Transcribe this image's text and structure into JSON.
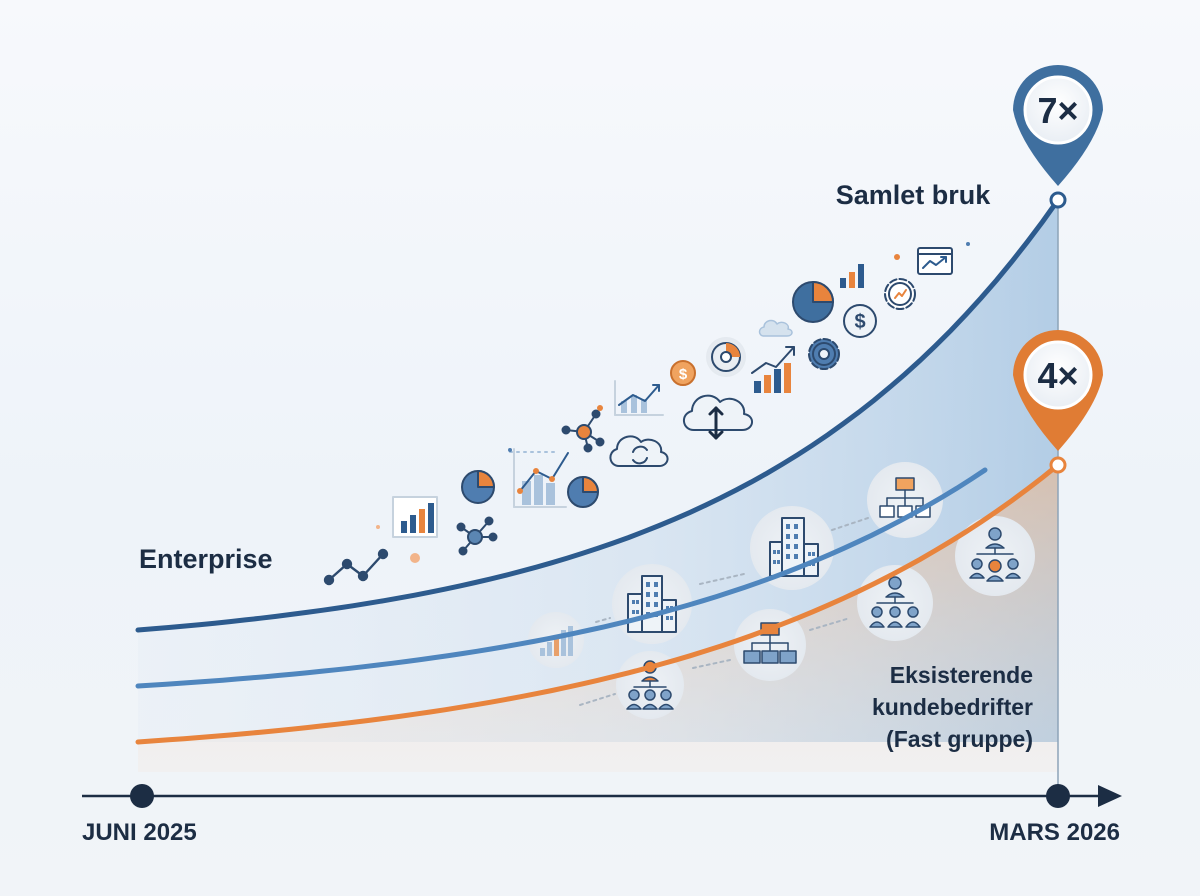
{
  "chart_data": {
    "type": "line",
    "x": [
      "JUNI 2025",
      "MARS 2026"
    ],
    "series": [
      {
        "name": "Samlet bruk",
        "multiplier": 7,
        "badge": "7×",
        "color": "#2d5b8e"
      },
      {
        "name": "Enterprise",
        "multiplier": 4,
        "color": "#4f86be"
      },
      {
        "name": "Eksisterende kundebedrifter (Fast gruppe)",
        "multiplier": 4,
        "badge": "4×",
        "color": "#e8843d"
      }
    ],
    "ylim": [
      1,
      7.4
    ],
    "grid": false,
    "legend": "inline",
    "labels": {
      "total": "Samlet bruk",
      "enterprise": "Enterprise",
      "existing_lines": [
        "Eksisterende",
        "kundebedrifter",
        "(Fast gruppe)"
      ]
    },
    "badges": {
      "total": "7×",
      "existing": "4×"
    }
  },
  "colors": {
    "navy": "#1c2d44",
    "blue_dark": "#2d5b8e",
    "blue_light": "#4f86be",
    "orange": "#e8843d",
    "badge_blue": "#3f6f9f",
    "badge_orange": "#e07c34"
  },
  "icons": [
    "network-icon",
    "bar-chart-icon",
    "pie-chart-icon",
    "hub-icon",
    "line-chart-icon",
    "cloud-sync-icon",
    "growth-chart-icon",
    "dollar-icon",
    "cloud-transfer-icon",
    "dashboard-icon",
    "gear-icon",
    "analytics-window-icon",
    "office-building-icon",
    "org-chart-icon",
    "team-hierarchy-icon"
  ]
}
